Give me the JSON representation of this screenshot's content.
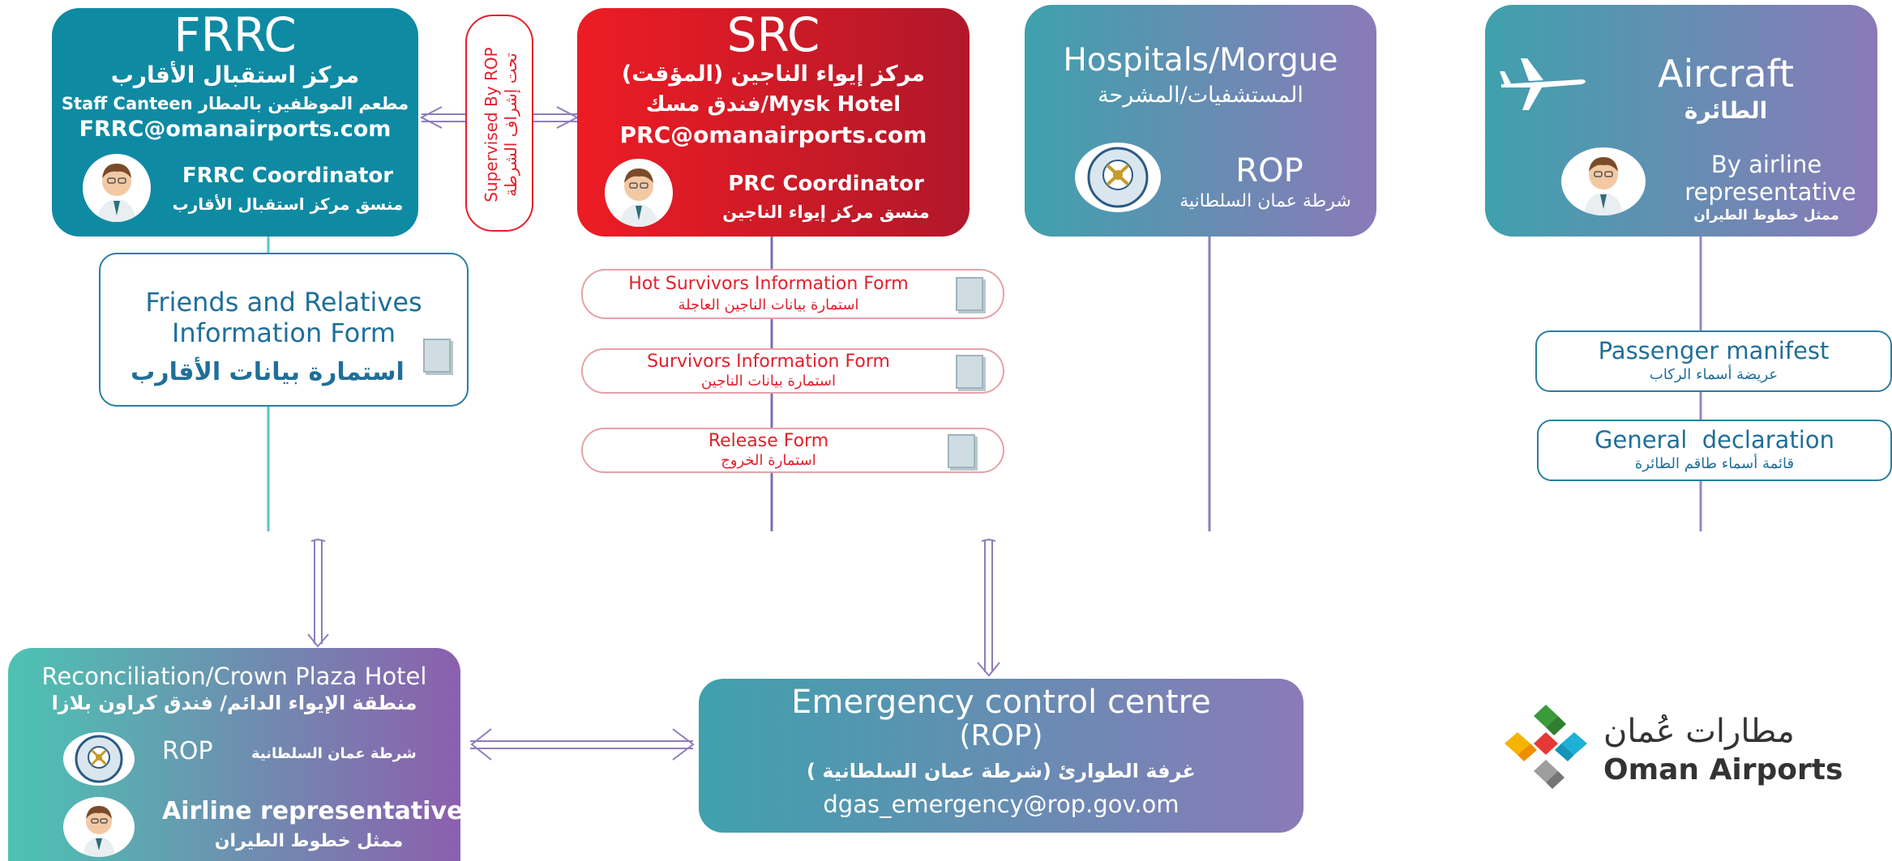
{
  "colors": {
    "frrc": "#0f8aa3",
    "src_from": "#ed1c24",
    "src_to": "#b1182a",
    "grad_teal": "#3fa1ad",
    "grad_purple": "#8a7ab8",
    "line_teal": "#5cc5c8",
    "line_purple": "#8e7dbd",
    "dark_blue": "#1f6f9a",
    "red_text": "#e3202c"
  },
  "frrc": {
    "title": "FRRC",
    "arabic": "مركز استقبال الأقارب",
    "canteen": "Staff Canteen مطعم الموظفين بالمطار",
    "email": "FRRC@omanairports.com",
    "coordinator": "FRRC Coordinator",
    "coordinator_ar": "منسق مركز استقبال الأقارب"
  },
  "supervised": {
    "en": "Supervised By ROP",
    "ar": "تحت إشراف الشرطة"
  },
  "src": {
    "title": "SRC",
    "arabic": "مركز إيواء الناجين (المؤقت)",
    "hotel": "فندق مسك/Mysk Hotel",
    "email": "PRC@omanairports.com",
    "coordinator": "PRC Coordinator",
    "coordinator_ar": "منسق مركز إيواء الناجين"
  },
  "hospitals": {
    "title": "Hospitals/Morgue",
    "arabic": "المستشفيات/المشرحة",
    "rop": "ROP",
    "rop_ar": "شرطة عمان السلطانية"
  },
  "aircraft": {
    "title": "Aircraft",
    "arabic": "الطائرة",
    "rep1": "By airline",
    "rep2": "representative",
    "rep_ar": "ممثل خطوط الطيران"
  },
  "forms": {
    "friends": {
      "line1": "Friends and Relatives",
      "line2": "Information Form",
      "ar": "استمارة بيانات الأقارب"
    },
    "hot": {
      "en": "Hot Survivors Information Form",
      "ar": "استمارة بيانات الناجين العاجلة"
    },
    "survivors": {
      "en": "Survivors Information Form",
      "ar": "استمارة بيانات الناجين"
    },
    "release": {
      "en": "Release Form",
      "ar": "استمارة الخروج"
    },
    "manifest": {
      "en": "Passenger manifest",
      "ar": "عريضة أسماء الركاب"
    },
    "declaration": {
      "en": "General  declaration",
      "ar": "قائمة أسماء طاقم الطائرة"
    }
  },
  "reconciliation": {
    "title": "Reconciliation/Crown Plaza Hotel",
    "arabic": "منطقة الإيواء الدائم/ فندق كراون بلازا",
    "rop": "ROP",
    "rop_ar": "شرطة عمان السلطانية",
    "airline": "Airline representative",
    "airline_ar": "ممثل خطوط الطيران"
  },
  "ecc": {
    "line1": "Emergency control centre",
    "line2": "(ROP)",
    "arabic": "غرفة الطوارئ (شرطة عمان السلطانية )",
    "email": "dgas_emergency@rop.gov.om"
  },
  "logo": {
    "arabic": "مطارات عُمان",
    "english": "Oman Airports"
  },
  "icons": [
    "person-avatar-icon",
    "rop-emblem-icon",
    "airplane-icon",
    "document-icon",
    "oman-airports-logo"
  ]
}
